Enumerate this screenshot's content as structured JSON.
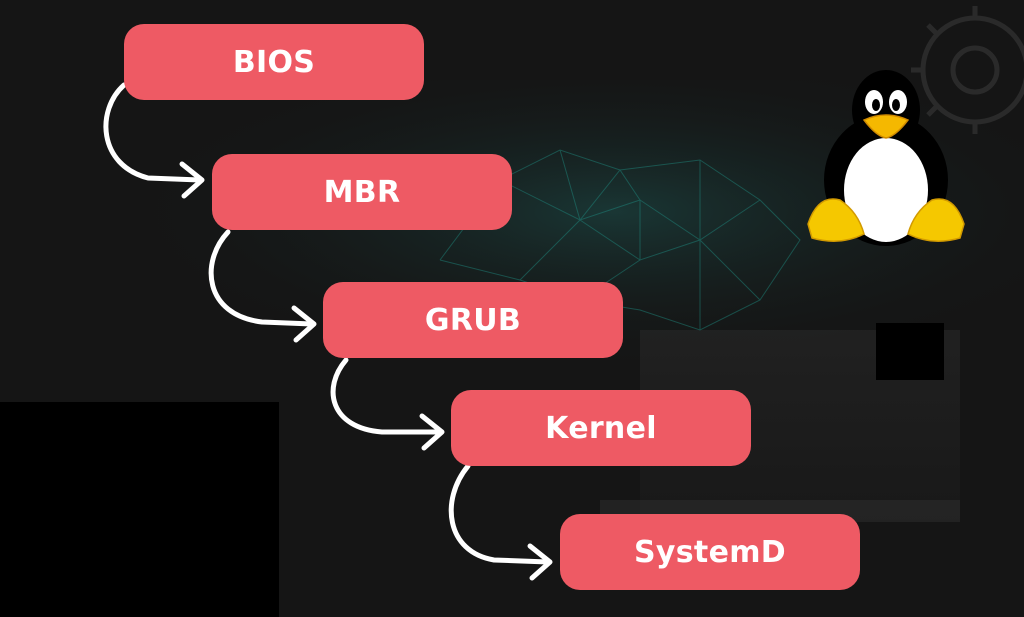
{
  "diagram": {
    "steps": [
      {
        "label": "BIOS"
      },
      {
        "label": "MBR"
      },
      {
        "label": "GRUB"
      },
      {
        "label": "Kernel"
      },
      {
        "label": "SystemD"
      }
    ],
    "colors": {
      "box_fill": "#ee5a64",
      "box_text": "#ffffff",
      "arrow": "#ffffff",
      "background": "#141414",
      "network_glow": "#1f8f84"
    },
    "icons": {
      "mascot": "tux-penguin-icon",
      "gear": "gear-icon"
    }
  }
}
